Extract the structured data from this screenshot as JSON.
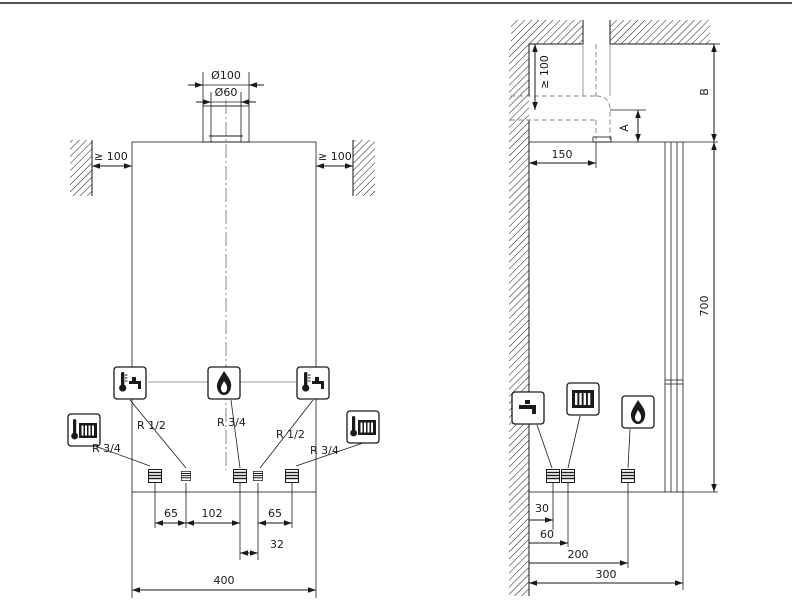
{
  "front_view": {
    "flue_outer_label": "Ø100",
    "flue_inner_label": "Ø60",
    "clearance_left": "≥ 100",
    "clearance_right": "≥ 100",
    "connections": {
      "hot_water_left": "R 1/2",
      "heating_left": "R 3/4",
      "gas": "R 3/4",
      "hot_water_right": "R 1/2",
      "heating_right": "R 3/4"
    },
    "dimensions": {
      "d65_left": "65",
      "d102": "102",
      "d65_right": "65",
      "d32": "32",
      "width_400": "400"
    }
  },
  "side_view": {
    "clearance_top": "≥ 100",
    "dim_a": "A",
    "dim_b": "B",
    "dim_150": "150",
    "height_700": "700",
    "d30": "30",
    "d60": "60",
    "d200": "200",
    "depth_300": "300"
  },
  "icons": [
    "hot-water-tap-icon",
    "gas-flame-icon",
    "radiator-heating-icon"
  ]
}
